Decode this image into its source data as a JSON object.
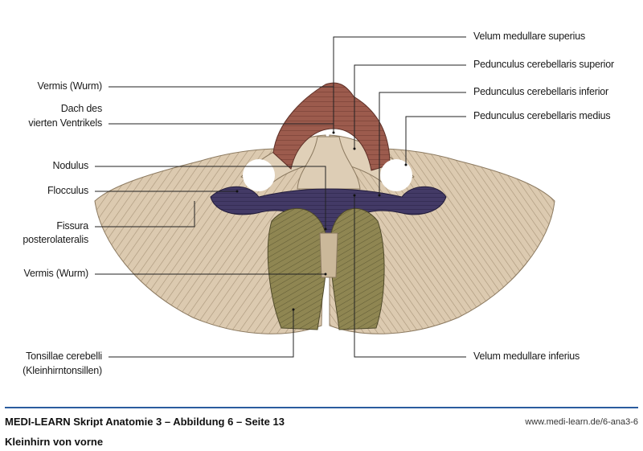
{
  "labels_left": {
    "vermis_top": "Vermis (Wurm)",
    "dach_1": "Dach des",
    "dach_2": "vierten Ventrikels",
    "nodulus": "Nodulus",
    "flocculus": "Flocculus",
    "fissura_1": "Fissura",
    "fissura_2": "posterolateralis",
    "vermis_bottom": "Vermis (Wurm)",
    "tonsillae_1": "Tonsillae cerebelli",
    "tonsillae_2": "(Kleinhirntonsillen)"
  },
  "labels_right": {
    "velum_sup": "Velum medullare superius",
    "ped_sup": "Pedunculus cerebellaris superior",
    "ped_inf": "Pedunculus cerebellaris inferior",
    "ped_med": "Pedunculus cerebellaris medius",
    "velum_inf": "Velum medullare inferius"
  },
  "footer": {
    "title": "MEDI-LEARN Skript Anatomie 3 – Abbildung 6 – Seite 13",
    "subtitle": "Kleinhirn von vorne",
    "url": "www.medi-learn.de/6-ana3-6"
  },
  "colors": {
    "tissue": "#d8c8b0",
    "vermis": "#9a5a4c",
    "flocculus": "#3e3660",
    "tonsil": "#8c8350",
    "rule": "#2b5c9e"
  }
}
